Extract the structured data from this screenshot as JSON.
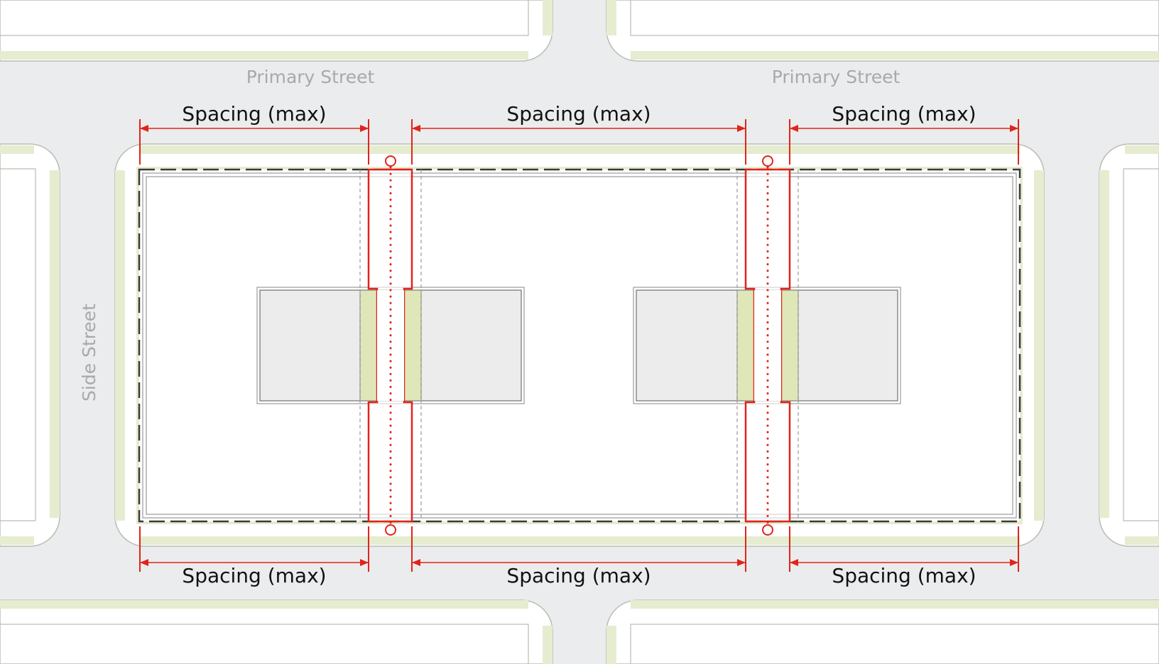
{
  "labels": {
    "primary_street_left": "Primary Street",
    "primary_street_right": "Primary Street",
    "side_street": "Side Street"
  },
  "dimensions": {
    "top": [
      "Spacing (max)",
      "Spacing (max)",
      "Spacing (max)"
    ],
    "bottom": [
      "Spacing (max)",
      "Spacing (max)",
      "Spacing (max)"
    ]
  },
  "colors": {
    "street": "#ebeced",
    "planting_strip": "#e6ecd0",
    "curb": "#b9bdb2",
    "lot": "#ffffff",
    "building": "#ececec",
    "passage_fill": "#dfe6b8",
    "dimension_red": "#e2231a",
    "street_label": "#a7a9ac"
  }
}
